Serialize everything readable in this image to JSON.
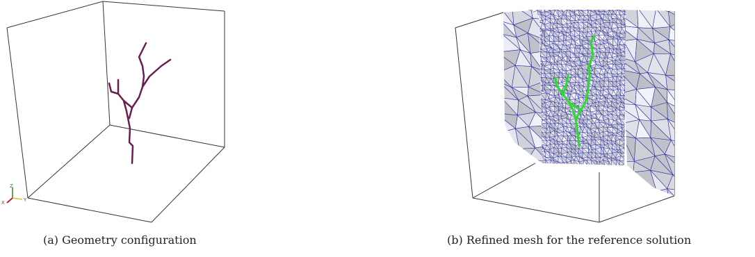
{
  "figures": [
    {
      "id": "a",
      "caption": "(a) Geometry configuration",
      "axis_labels": {
        "z": "Z",
        "y": "Y",
        "x": "X"
      },
      "colors": {
        "box": "#333333",
        "network": "#6b1d4f"
      }
    },
    {
      "id": "b",
      "caption": "(b) Refined mesh for the reference solution",
      "colors": {
        "box": "#333333",
        "mesh_edges": "#2a2f9e",
        "mesh_fill": "#c9cdd8",
        "network": "#2bdc2b"
      }
    }
  ]
}
